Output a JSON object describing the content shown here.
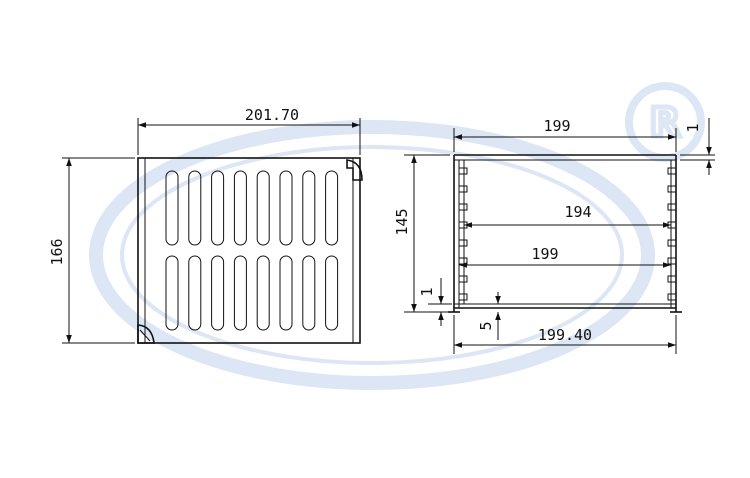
{
  "watermark": {
    "color": "#dbe5f3",
    "registered_mark": "R"
  },
  "front_view": {
    "width_label": "201.70",
    "height_label": "166",
    "slot_rows": 2,
    "slot_columns": 8
  },
  "side_view": {
    "top_width_label": "199",
    "top_offset_label": "1",
    "height_label": "145",
    "inner_length_label": "194",
    "inner_width_label": "199",
    "bottom_offset_label": "1",
    "base_label": "5",
    "bottom_width_label": "199.40"
  }
}
